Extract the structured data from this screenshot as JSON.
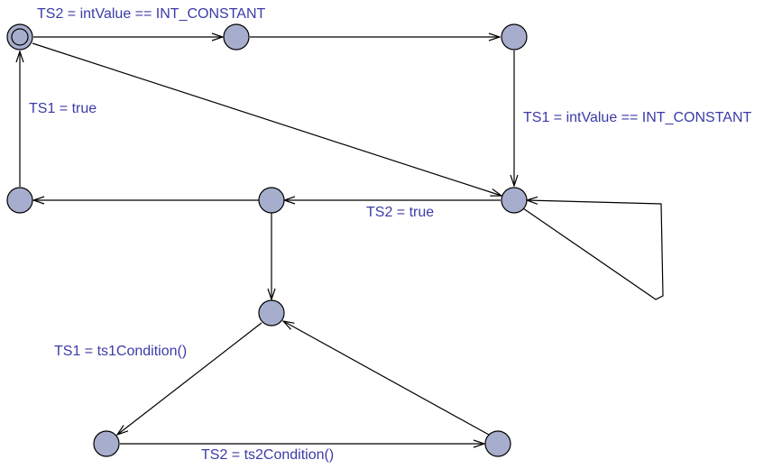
{
  "colors": {
    "node_fill": "#a7adcc",
    "label_text": "#3b3ba8",
    "edge_stroke": "#000000"
  },
  "labels": {
    "ts2_int_constant": "TS2 = intValue == INT_CONSTANT",
    "ts1_int_constant": "TS1 = intValue == INT_CONSTANT",
    "ts1_true": "TS1 = true",
    "ts2_true": "TS2 = true",
    "ts1_condition": "TS1 = ts1Condition()",
    "ts2_condition": "TS2 = ts2Condition()"
  }
}
